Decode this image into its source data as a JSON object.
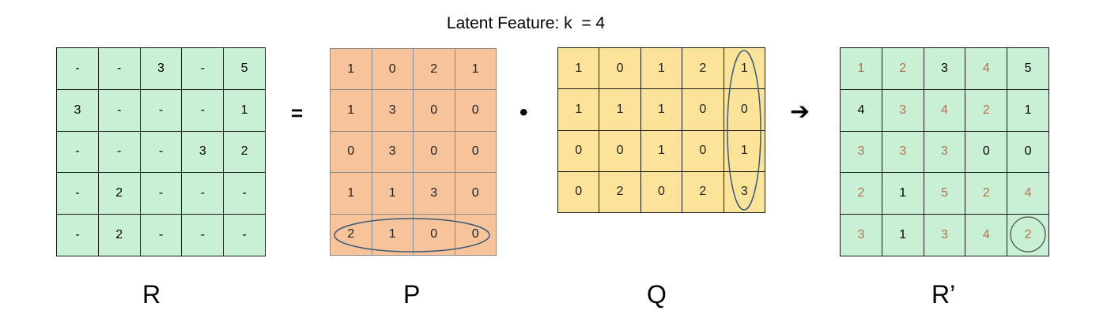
{
  "title": {
    "text": "Latent Feature: k  = 4"
  },
  "matrices": {
    "R": {
      "label": "R",
      "rows": [
        [
          "-",
          "-",
          "3",
          "-",
          "5"
        ],
        [
          "3",
          "-",
          "-",
          "-",
          "1"
        ],
        [
          "-",
          "-",
          "-",
          "3",
          "2"
        ],
        [
          "-",
          "2",
          "-",
          "-",
          "-"
        ],
        [
          "-",
          "2",
          "-",
          "-",
          "-"
        ]
      ]
    },
    "P": {
      "label": "P",
      "rows": [
        [
          "1",
          "0",
          "2",
          "1"
        ],
        [
          "1",
          "3",
          "0",
          "0"
        ],
        [
          "0",
          "3",
          "0",
          "0"
        ],
        [
          "1",
          "1",
          "3",
          "0"
        ],
        [
          "2",
          "1",
          "0",
          "0"
        ]
      ]
    },
    "Q": {
      "label": "Q",
      "rows": [
        [
          "1",
          "0",
          "1",
          "2",
          "1"
        ],
        [
          "1",
          "1",
          "1",
          "0",
          "0"
        ],
        [
          "0",
          "0",
          "1",
          "0",
          "1"
        ],
        [
          "0",
          "2",
          "0",
          "2",
          "3"
        ]
      ]
    },
    "R_prime": {
      "label": "R’",
      "rows": [
        [
          "1",
          "2",
          "3",
          "4",
          "5"
        ],
        [
          "4",
          "3",
          "4",
          "2",
          "1"
        ],
        [
          "3",
          "3",
          "3",
          "0",
          "0"
        ],
        [
          "2",
          "1",
          "5",
          "2",
          "4"
        ],
        [
          "3",
          "1",
          "3",
          "4",
          "2"
        ]
      ],
      "predicted_mask": [
        [
          1,
          1,
          0,
          1,
          0
        ],
        [
          0,
          1,
          1,
          1,
          0
        ],
        [
          1,
          1,
          1,
          0,
          0
        ],
        [
          1,
          0,
          1,
          1,
          1
        ],
        [
          1,
          0,
          1,
          1,
          1
        ]
      ]
    }
  },
  "operators": {
    "equals": "=",
    "dot": "•",
    "arrow": "➔"
  },
  "highlights": {
    "P_row_index": 4,
    "Q_column_index": 4,
    "R_prime_cell": [
      4,
      4
    ]
  },
  "colors": {
    "rating_cell_bg": "#c9efd5",
    "p_cell_bg": "#f7c39a",
    "q_cell_bg": "#fbe39a",
    "predicted_text": "#b5714a",
    "known_text": "#000000",
    "ellipse_stroke": "#3c5a78"
  }
}
